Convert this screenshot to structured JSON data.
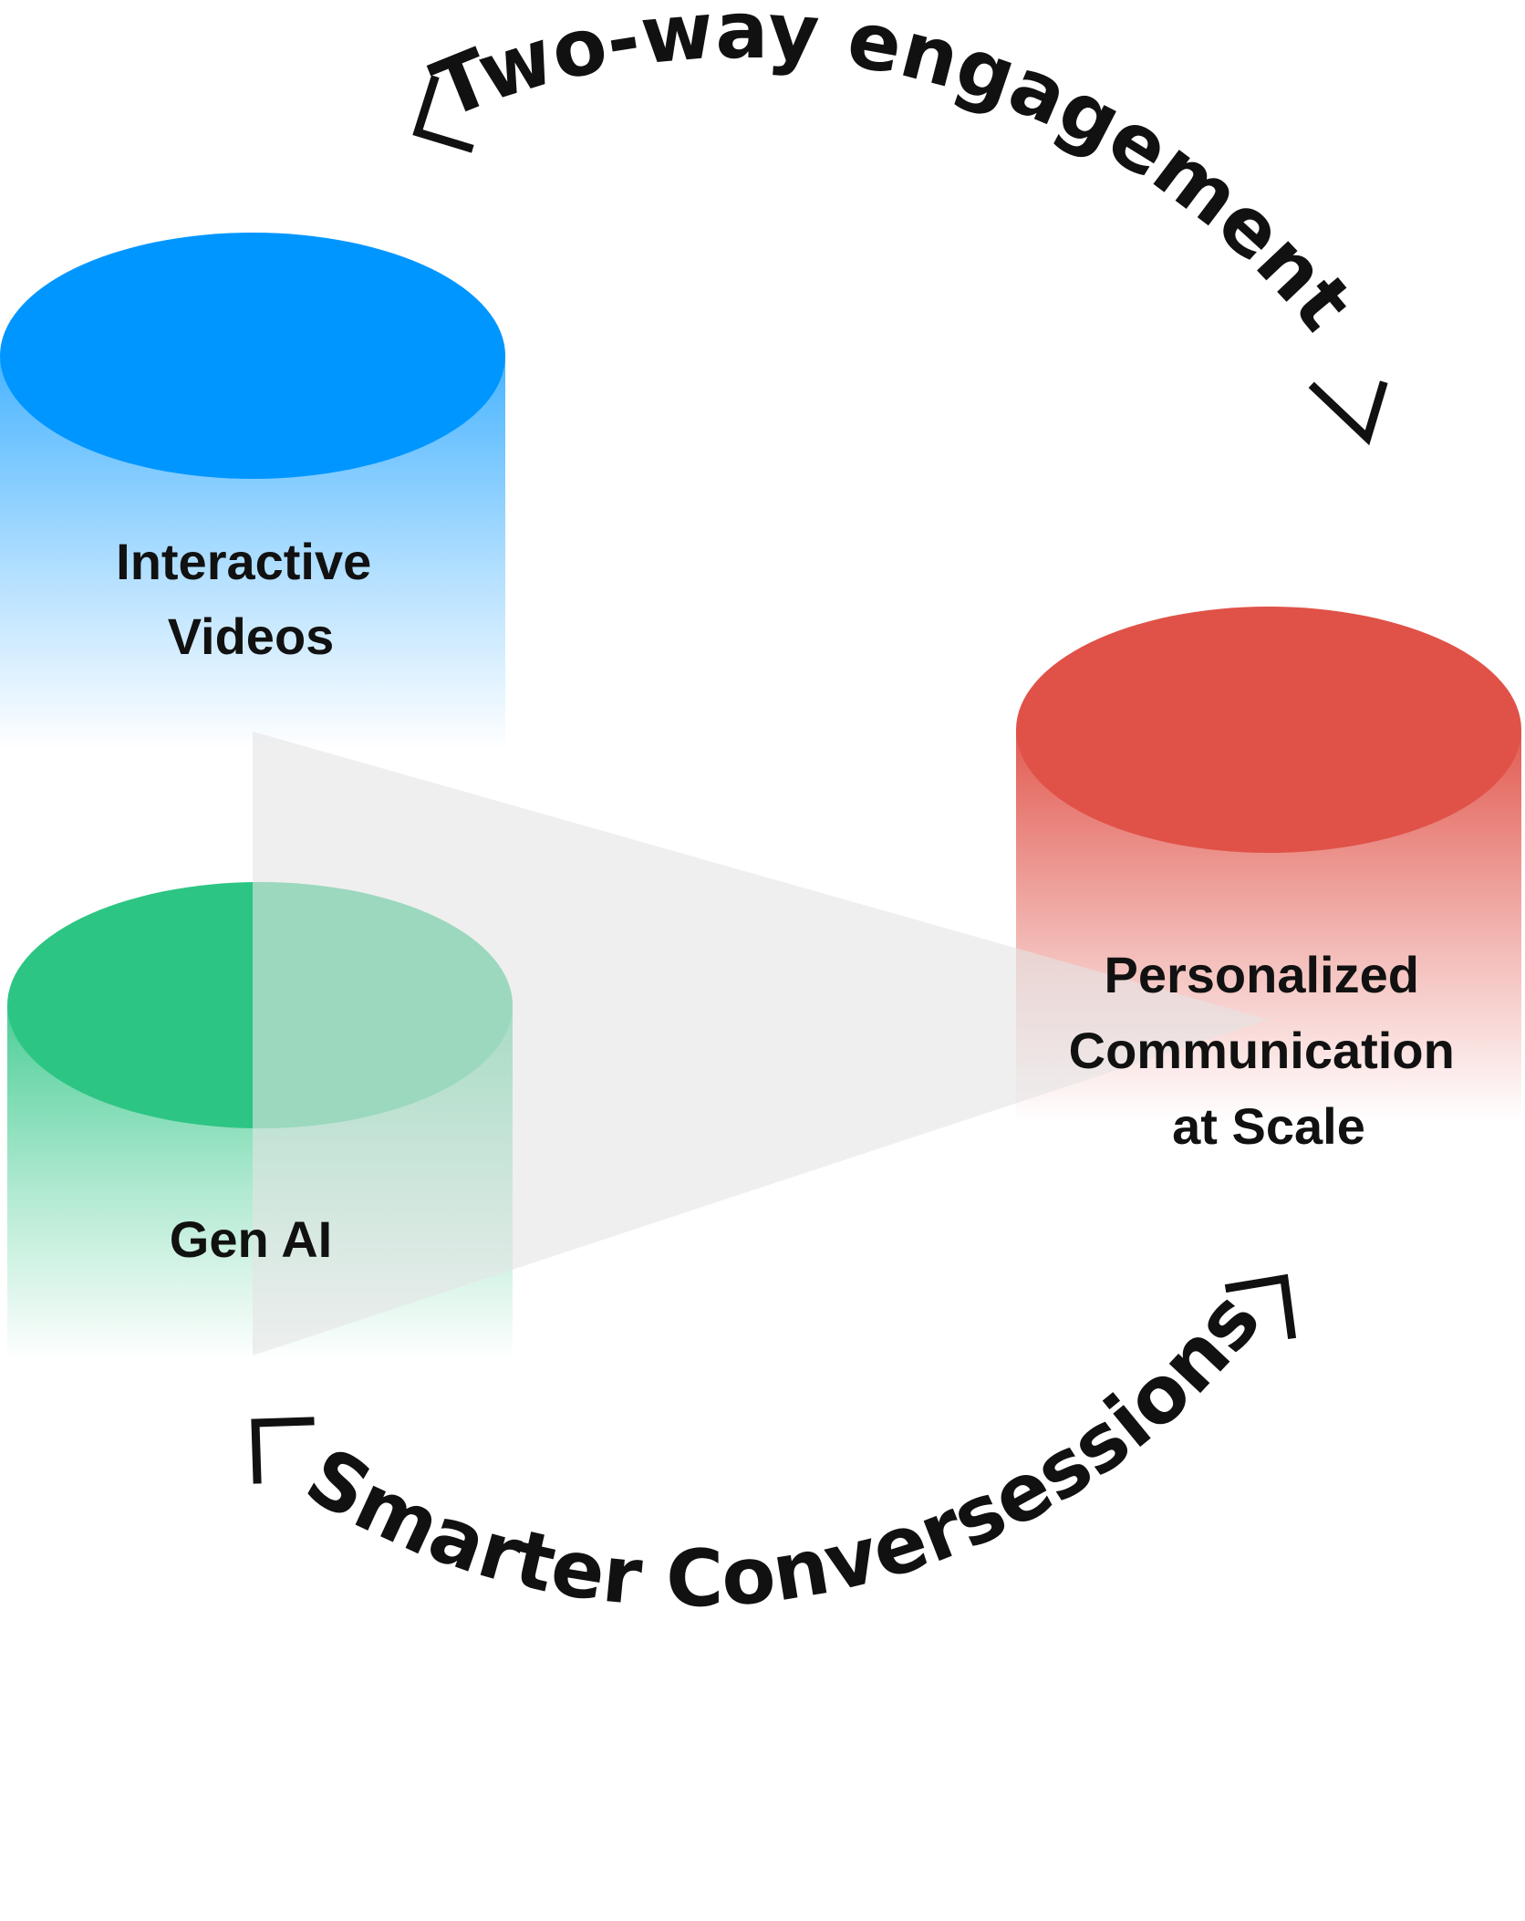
{
  "cylinders": {
    "interactive_videos": {
      "label_lines": [
        "Interactive",
        "Videos"
      ],
      "color": "#0096FF"
    },
    "gen_ai": {
      "label_lines": [
        "Gen AI"
      ],
      "color": "#2DC584"
    },
    "personalized": {
      "label_lines": [
        "Personalized",
        "Communication",
        "at Scale"
      ],
      "color": "#E05248"
    }
  },
  "arcs": {
    "top_text": "Two-way engagement",
    "bottom_text": "Smarter Conversessions"
  },
  "colors": {
    "funnel": "#F0F0F0",
    "text": "#111111",
    "background": "#FFFFFF"
  }
}
